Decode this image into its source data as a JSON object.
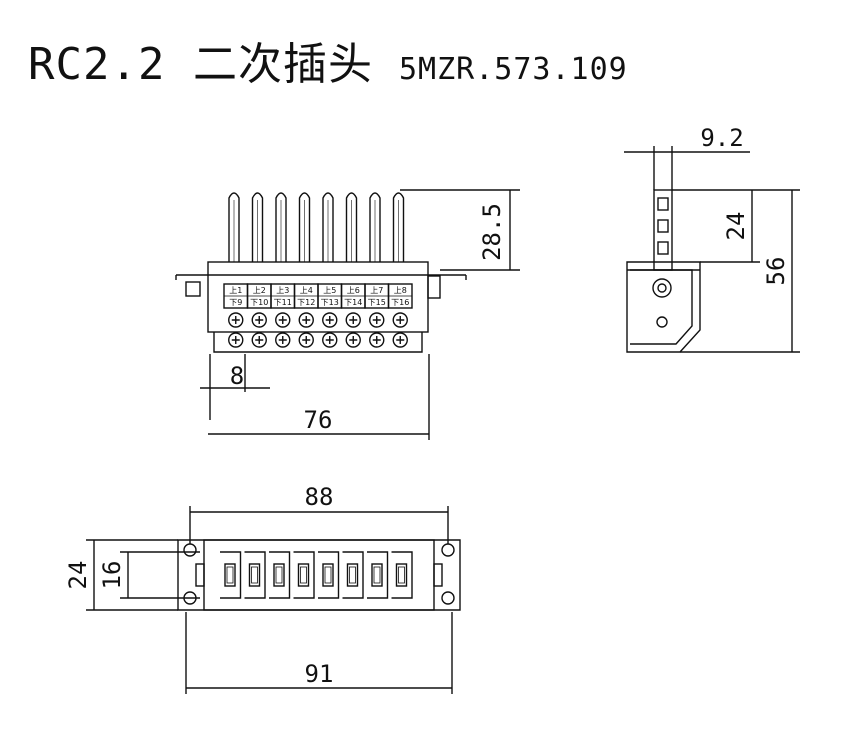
{
  "title": {
    "main": "RC2.2 二次插头",
    "code": "5MZR.573.109"
  },
  "front_view": {
    "pin_count": 8,
    "upper_labels": [
      "上1",
      "上2",
      "上3",
      "上4",
      "上5",
      "上6",
      "上7",
      "上8"
    ],
    "lower_labels": [
      "下9",
      "下10",
      "下11",
      "下12",
      "下13",
      "下14",
      "下15",
      "下16"
    ],
    "dims": {
      "pin_height": "28.5",
      "pitch": "8",
      "width": "76"
    }
  },
  "side_view": {
    "dims": {
      "thickness": "9.2",
      "body_height": "24",
      "total_height": "56"
    }
  },
  "top_view": {
    "dims": {
      "hole_spacing": "88",
      "outer_width": "91",
      "outer_height": "24",
      "inner_height": "16"
    }
  }
}
